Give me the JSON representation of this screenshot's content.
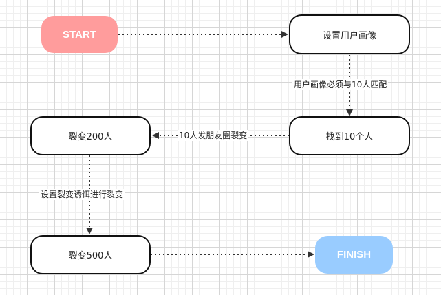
{
  "colors": {
    "start_fill": "#ff9c9c",
    "finish_fill": "#99ccff",
    "node_border": "#111111",
    "connector": "#333333"
  },
  "nodes": {
    "start": "START",
    "set_user_persona": "设置用户画像",
    "find_ten_people": "找到10个人",
    "fission_200": "裂变200人",
    "fission_500": "裂变500人",
    "finish": "FINISH"
  },
  "edges": {
    "persona_to_find": "用户画像必须与10人匹配",
    "find_to_200": "10人发朋友圈裂变",
    "from_200_to_500": "设置裂变诱饵进行裂变"
  }
}
